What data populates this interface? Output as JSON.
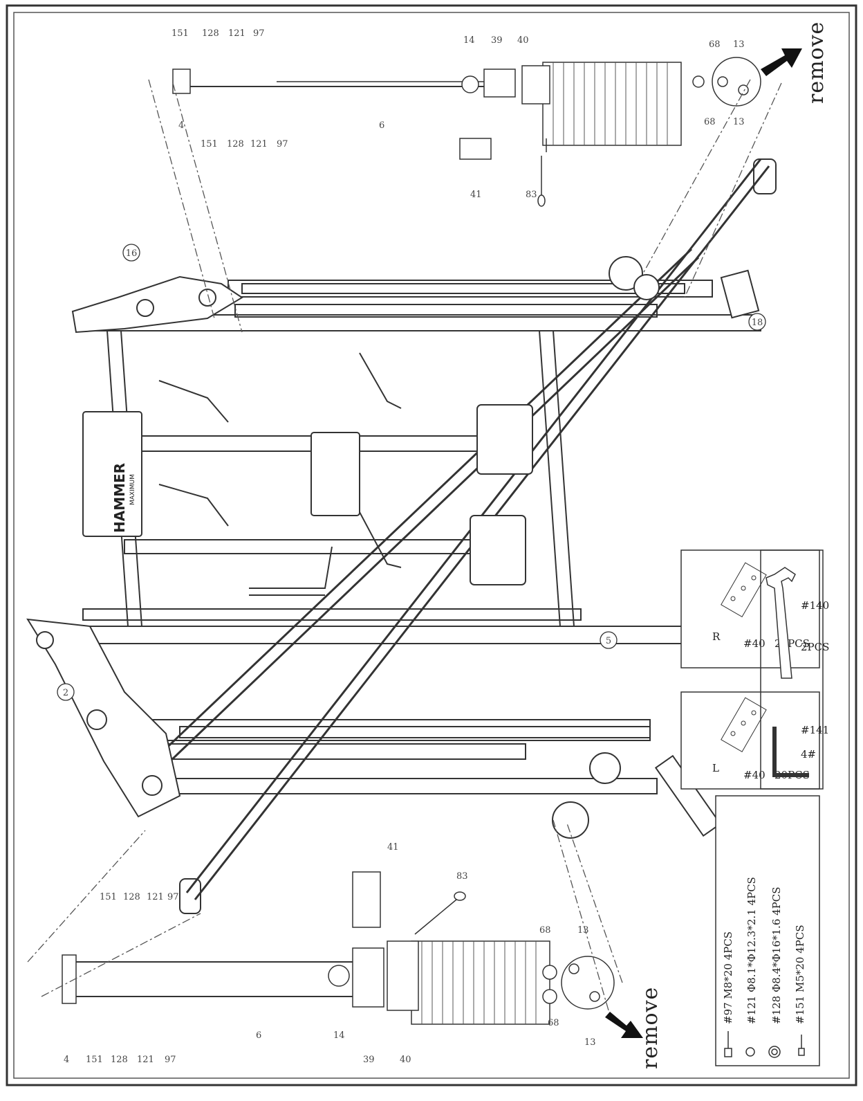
{
  "brand": "HAMMER",
  "brand_sub": "MAXIMUM",
  "remove_label_right": "remove",
  "remove_label_left": "remove",
  "callouts": {
    "c2": "2",
    "c16": "16",
    "c18": "18",
    "c5": "5",
    "r151a": "151",
    "r128a": "128",
    "r121a": "121",
    "r97a": "97",
    "r4": "4",
    "r151b": "151",
    "r128b": "128",
    "r121b": "121",
    "r97b": "97",
    "r14": "14",
    "r39": "39",
    "r40": "40",
    "r68a": "68",
    "r13a": "13",
    "r68b": "68",
    "r13b": "13",
    "r6": "6",
    "r41": "41",
    "r83": "83",
    "l151a": "151",
    "l128a": "128",
    "l121a": "121",
    "l97a": "97",
    "l4": "4",
    "l151b": "151",
    "l128b": "128",
    "l121b": "121",
    "l97b": "97",
    "l6": "6",
    "l14": "14",
    "l39": "39",
    "l40": "40",
    "l68a": "68",
    "l13a": "13",
    "l68b": "68",
    "l13b": "13",
    "l41": "41",
    "l83": "83"
  },
  "parts_boxes": {
    "r_plate": {
      "side": "R",
      "part": "#40",
      "qty": "20PCS"
    },
    "l_plate": {
      "side": "L",
      "part": "#40",
      "qty": "20PCS"
    },
    "wrench": {
      "part": "#140",
      "qty": "2PCS"
    },
    "allen": {
      "part": "#141",
      "size": "4#"
    }
  },
  "hardware_list": [
    "#97  M8*20  4PCS",
    "#121  Φ8.1*Φ12.3*2.1  4PCS",
    "#128  Φ8.4*Φ16*1.6  4PCS",
    "#151 M5*20  4PCS"
  ],
  "colors": {
    "line": "#333333",
    "dash": "#555555",
    "arrow": "#111111"
  }
}
